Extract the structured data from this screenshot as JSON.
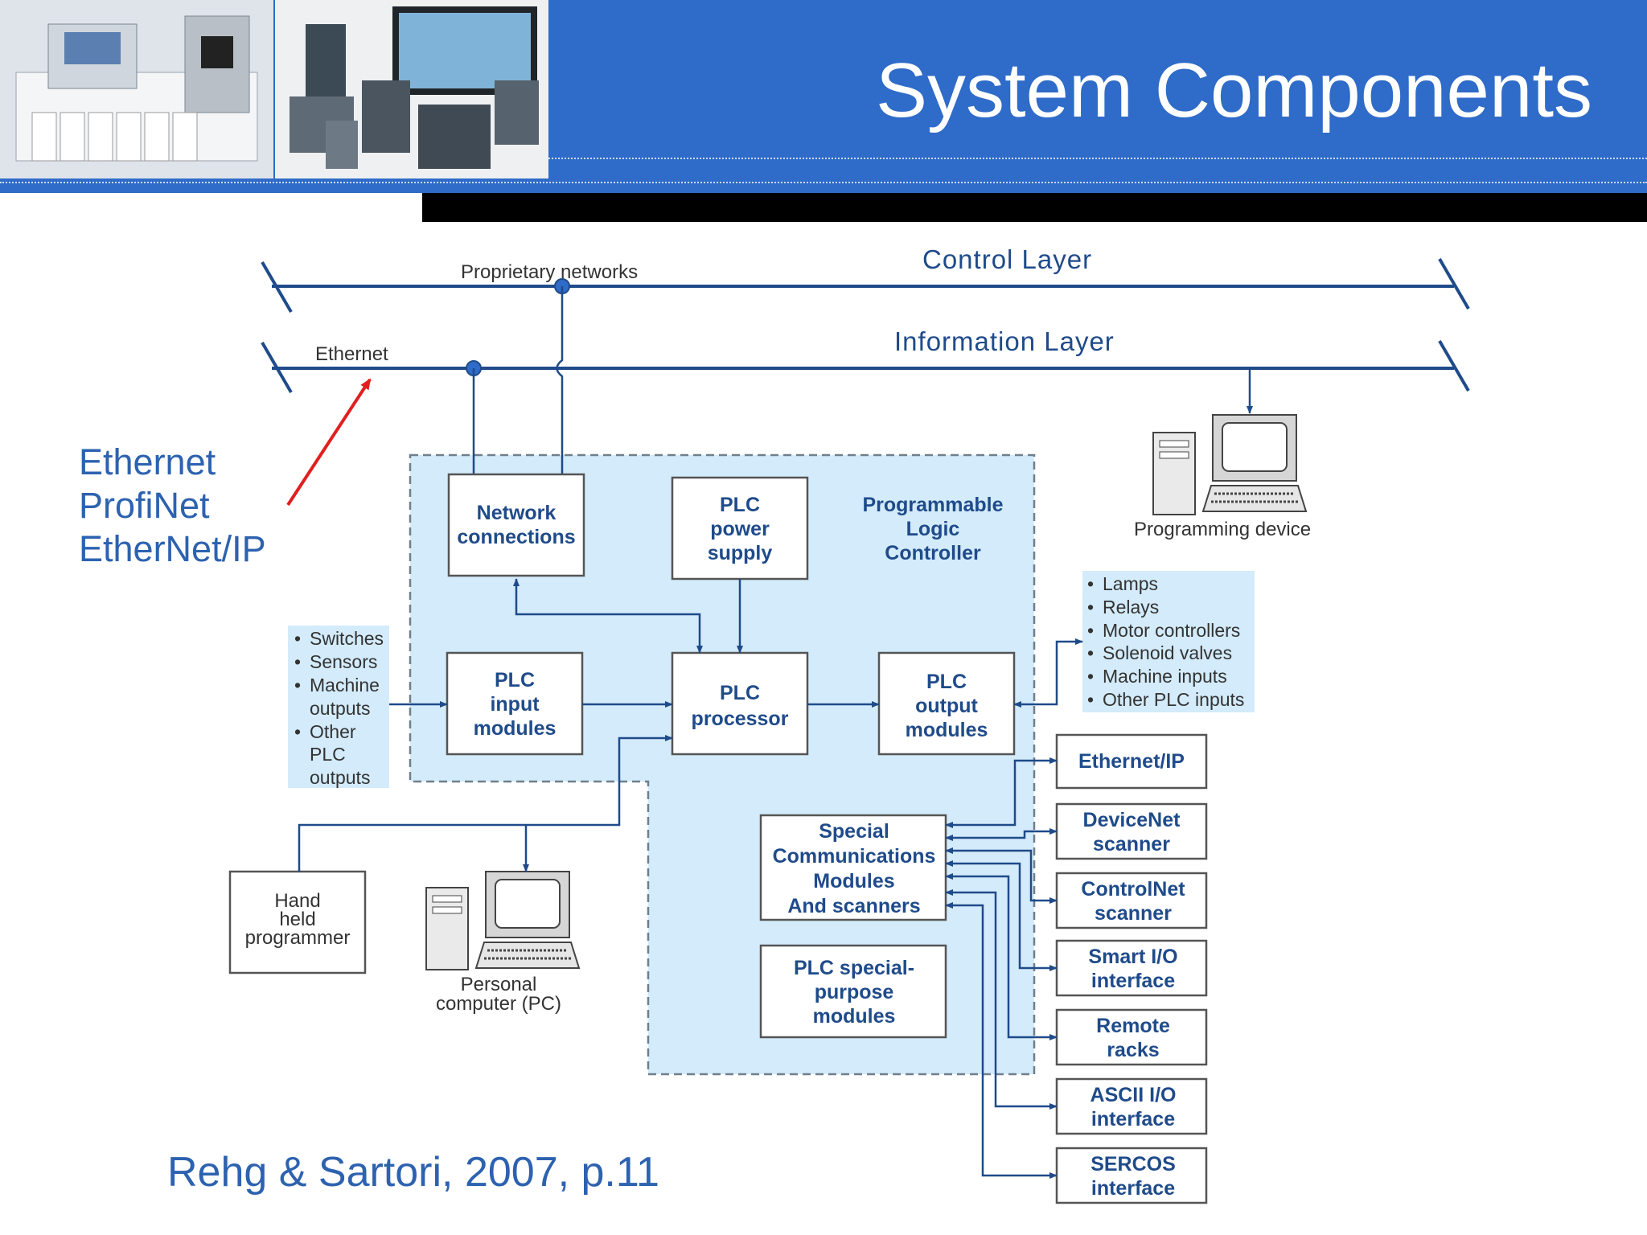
{
  "slide": {
    "title": "System Components",
    "protocols": [
      "Ethernet",
      "ProfiNet",
      "EtherNet/IP"
    ],
    "citation": "Rehg & Sartori, 2007, p.11"
  },
  "diagram": {
    "control_layer": "Control Layer",
    "information_layer": "Information Layer",
    "proprietary_networks": "Proprietary networks",
    "ethernet_label": "Ethernet",
    "plc_label": [
      "Programmable",
      "Logic",
      "Controller"
    ],
    "network_connections": [
      "Network",
      "connections"
    ],
    "plc_power_supply": [
      "PLC",
      "power",
      "supply"
    ],
    "plc_input_modules": [
      "PLC",
      "input",
      "modules"
    ],
    "plc_processor": [
      "PLC",
      "processor"
    ],
    "plc_output_modules": [
      "PLC",
      "output",
      "modules"
    ],
    "special_comm_modules": [
      "Special",
      "Communications",
      "Modules",
      "And scanners"
    ],
    "plc_special_purpose": [
      "PLC special-",
      "purpose",
      "modules"
    ],
    "input_devices": [
      "Switches",
      "Sensors",
      "Machine",
      "outputs",
      "Other",
      "PLC",
      "outputs"
    ],
    "output_devices": [
      "Lamps",
      "Relays",
      "Motor controllers",
      "Solenoid valves",
      "Machine inputs",
      "Other PLC inputs"
    ],
    "programming_device": "Programming device",
    "hand_held_programmer": [
      "Hand",
      "held",
      "programmer"
    ],
    "personal_computer": [
      "Personal",
      "computer (PC)"
    ],
    "comm_interfaces": [
      [
        "Ethernet/IP"
      ],
      [
        "DeviceNet",
        "scanner"
      ],
      [
        "ControlNet",
        "scanner"
      ],
      [
        "Smart I/O",
        "interface"
      ],
      [
        "Remote",
        "racks"
      ],
      [
        "ASCII I/O",
        "interface"
      ],
      [
        "SERCOS",
        "interface"
      ]
    ]
  },
  "colors": {
    "banner": "#2f6bc8",
    "accent_text": "#2d62b0",
    "plc_fill": "#d3ebfa",
    "line": "#1f4b8a",
    "arrow_red": "#e02020"
  }
}
